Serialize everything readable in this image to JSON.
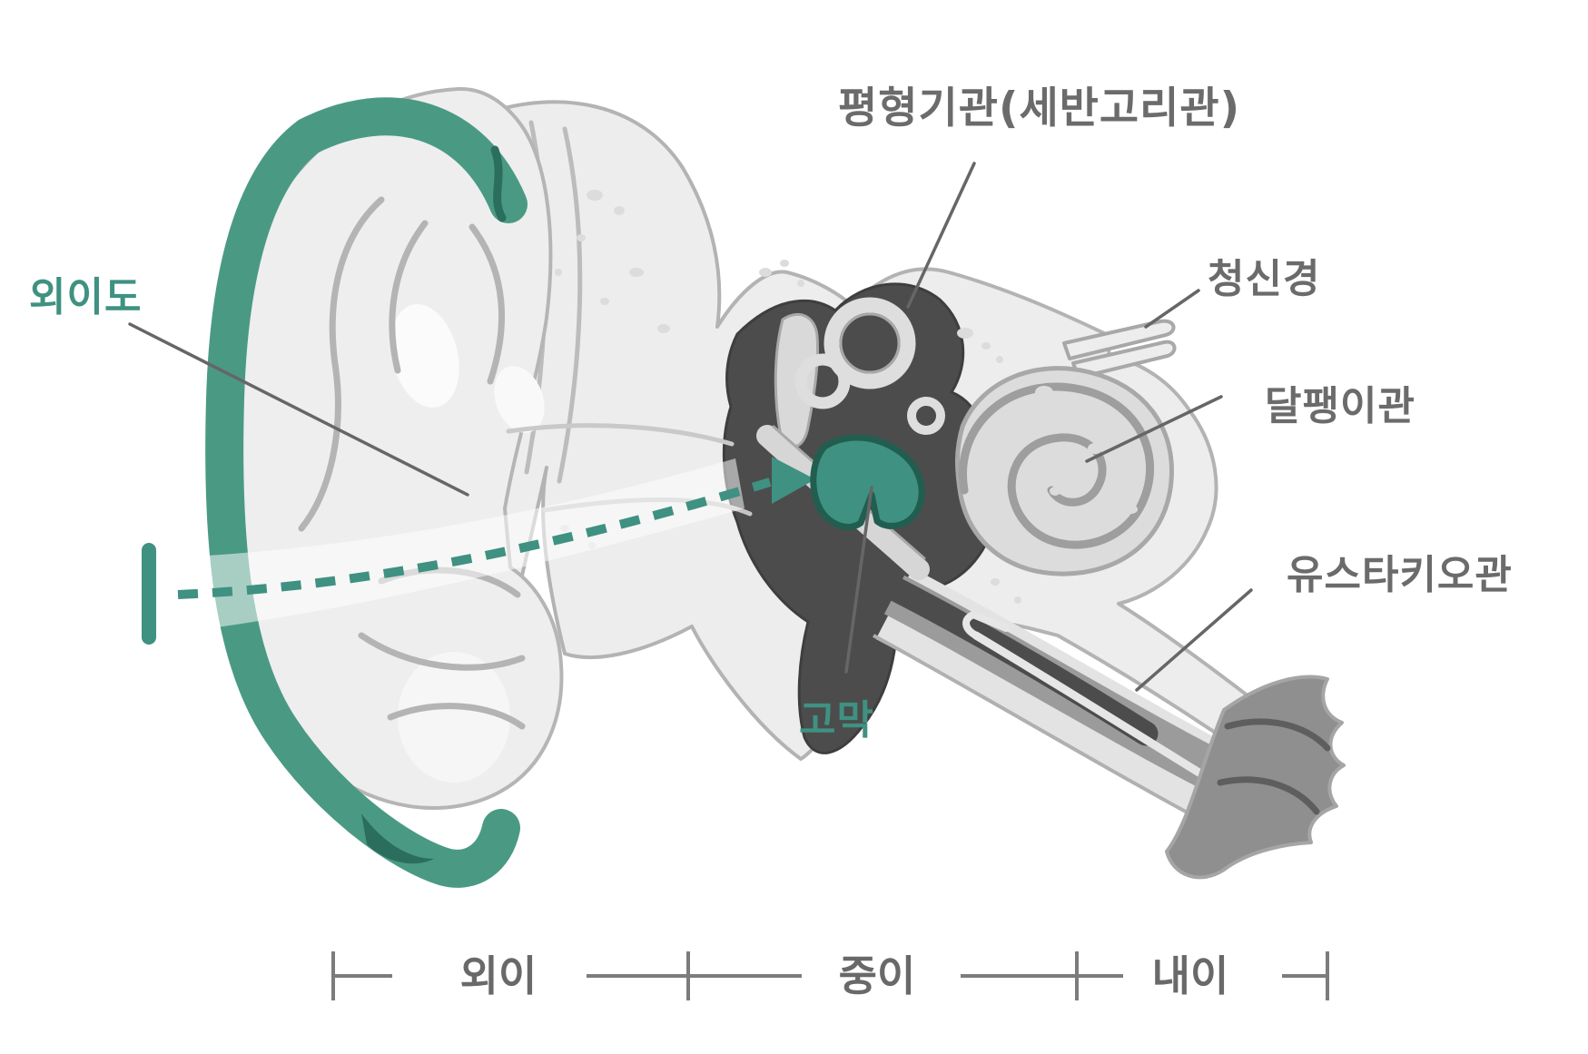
{
  "diagram": {
    "subject": "human ear anatomy cross-section",
    "labels": {
      "balance_organ": "평형기관(세반고리관)",
      "auditory_nerve": "청신경",
      "cochlea": "달팽이관",
      "eustachian_tube": "유스타키오관",
      "ear_canal": "외이도",
      "eardrum": "고막"
    },
    "regions": {
      "outer_ear": "외이",
      "middle_ear": "중이",
      "inner_ear": "내이"
    },
    "colors": {
      "accent_green": "#3f9181",
      "dark_teal": "#235e50",
      "cavity_dark": "#4c4c4c",
      "bone_light": "#ededed",
      "outline_gray": "#b3b3b3",
      "label_gray": "#6b6b6b"
    }
  }
}
